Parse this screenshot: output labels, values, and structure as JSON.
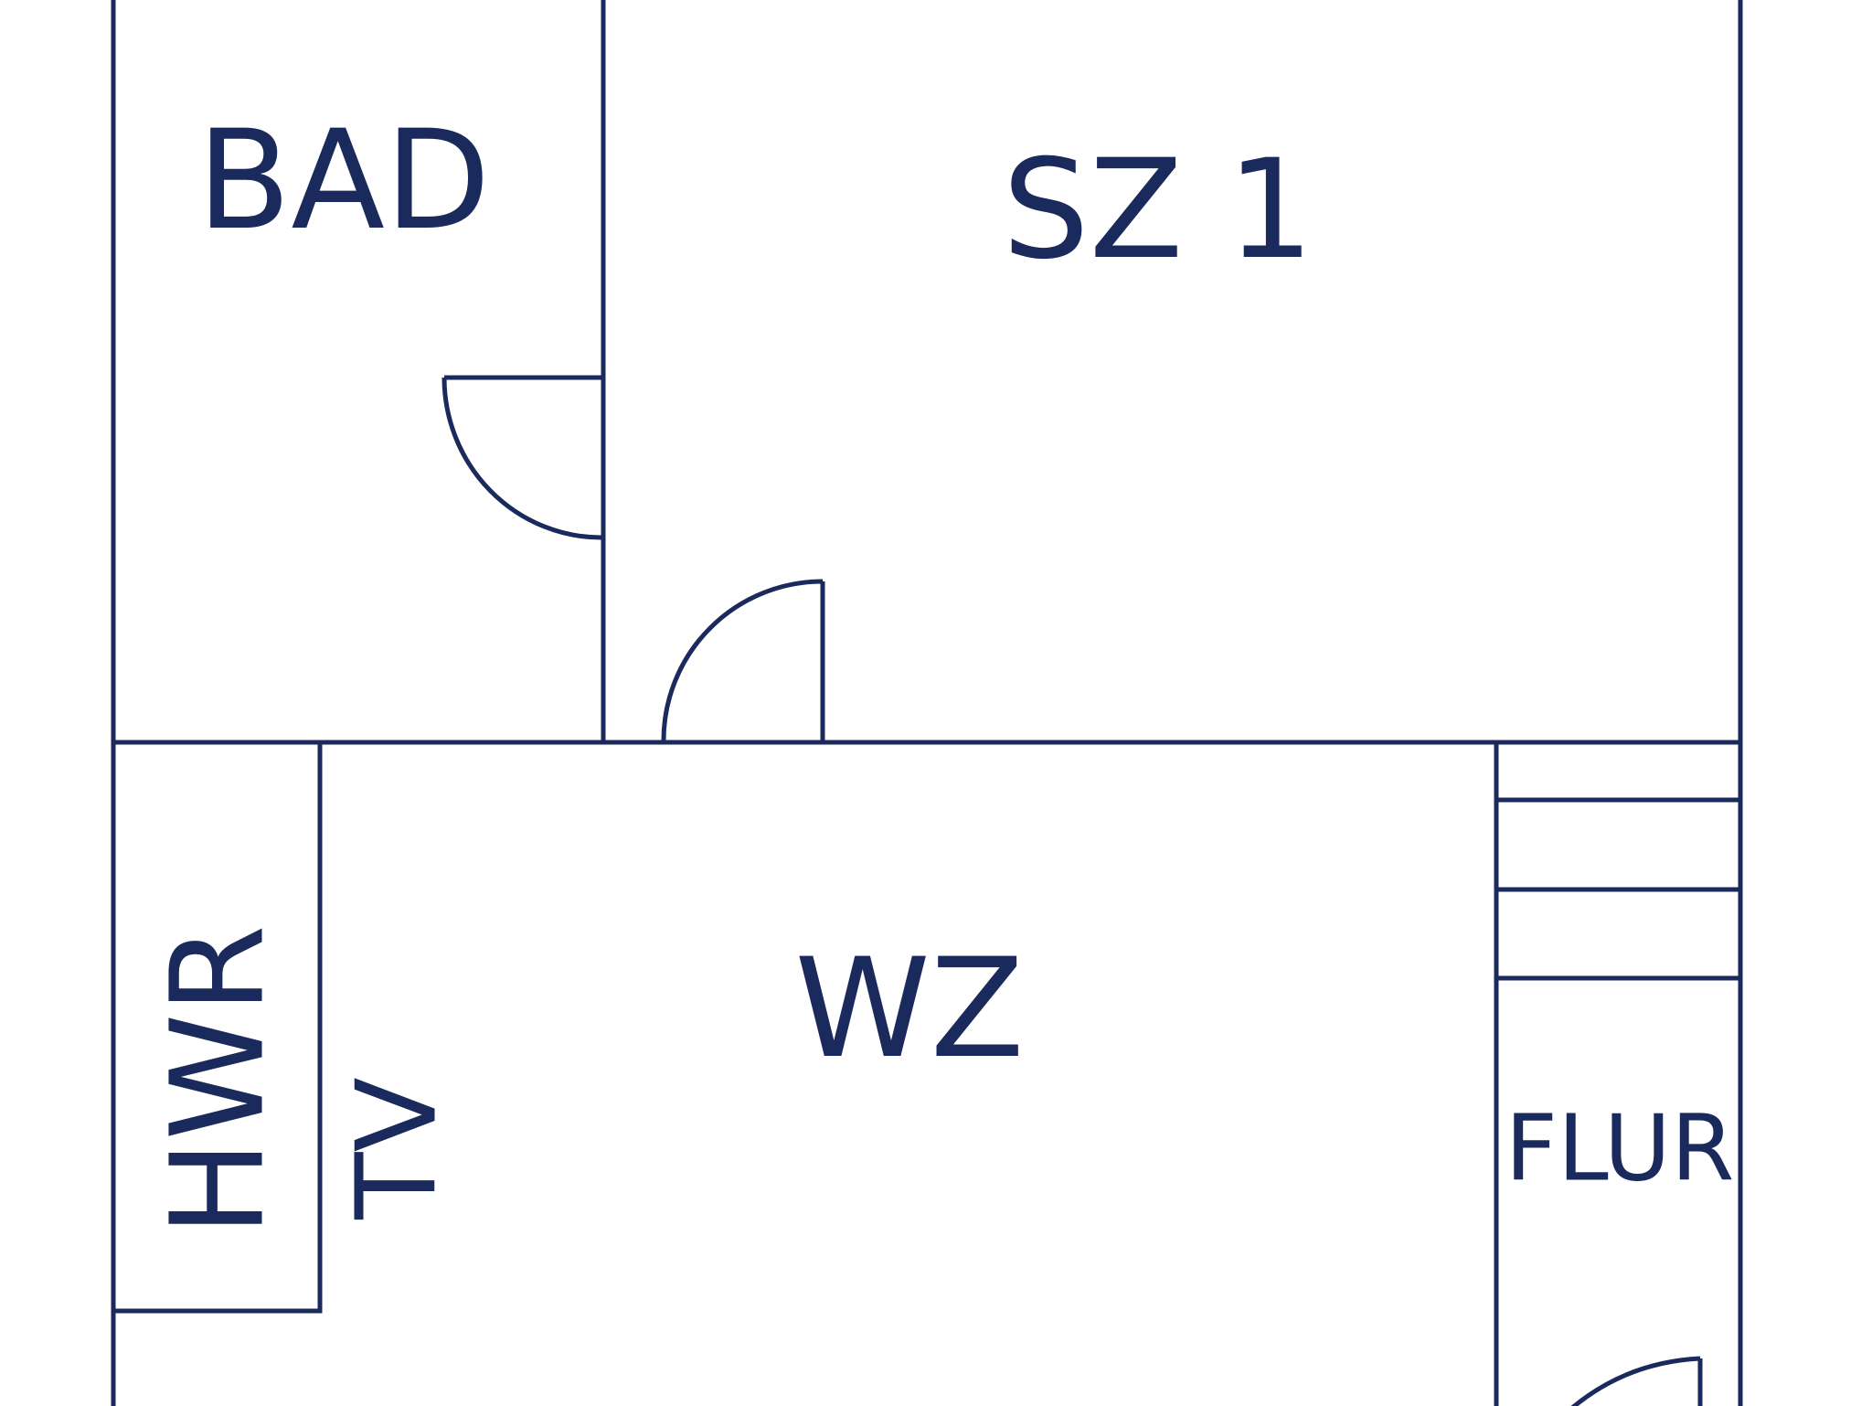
{
  "plan": {
    "wall_color": "#1b2a5c",
    "rooms": {
      "bad": "BAD",
      "sz1": "SZ 1",
      "wz": "WZ",
      "flur": "FLUR",
      "hwr": "HWR",
      "tv": "TV"
    }
  }
}
